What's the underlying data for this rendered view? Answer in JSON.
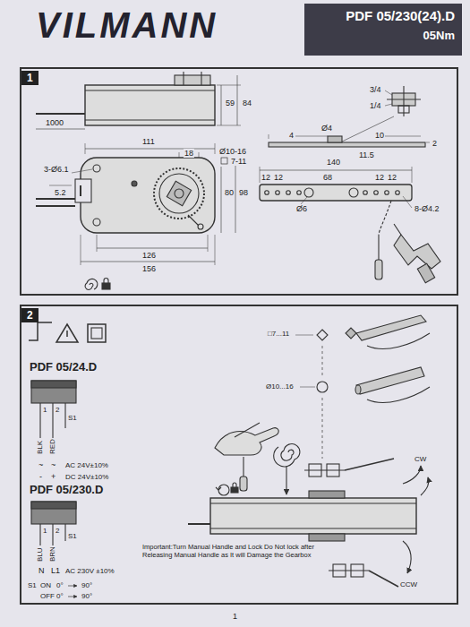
{
  "diagram": {
    "title": "VILMANN",
    "nodes": [
      {
        "text": [
          "PDF 05/230(24).D",
          "05Nm"
        ]
      },
      {
        "text": [
          "1"
        ]
      },
      {
        "text": [
          "2"
        ]
      }
    ],
    "labels": [
      "1000",
      "59",
      "84",
      "111",
      "18",
      "Ø10-16",
      "7-11",
      "3-Ø6.1",
      "5.2",
      "80",
      "98",
      "126",
      "156",
      "3/4",
      "1/4",
      "4",
      "Ø4",
      "10",
      "2",
      "11.5",
      "140",
      "12",
      "12",
      "68",
      "12",
      "12",
      "Ø6",
      "8-Ø4.2",
      "PDF 05/24.D",
      "1",
      "2",
      "S1",
      "BLK",
      "RED",
      "~",
      "~",
      "AC 24V±10%",
      "-",
      "+",
      "DC 24V±10%",
      "PDF 05/230.D",
      "1",
      "2",
      "S1",
      "BLU",
      "BRN",
      "N",
      "L1",
      "AC 230V ±10%",
      "S1",
      "ON",
      "0°",
      "90°",
      "OFF",
      "0°",
      "90°",
      "□7...11",
      "Ø10...16",
      "CW",
      "CCW",
      "Important:Turn Manual Handle and Lock Do Not lock after Releasing Manual Handle as It will Damage the Gearbox",
      "1"
    ]
  }
}
